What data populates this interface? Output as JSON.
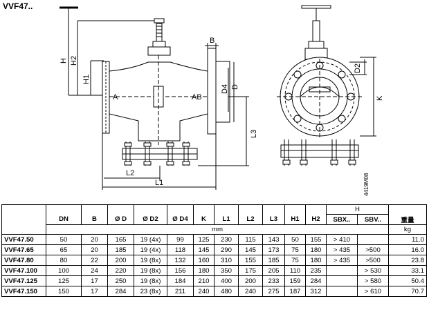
{
  "title": "VVF47..",
  "drawing": {
    "left_view_labels": {
      "h": "H",
      "h2": "H2",
      "h1": "H1",
      "b": "B",
      "port_a": "A",
      "port_ab": "AB",
      "d4": "D4",
      "d": "D",
      "l3": "L3",
      "l2": "L2",
      "l1": "L1"
    },
    "right_view_labels": {
      "d2": "D2",
      "k": "K",
      "drawing_code": "4419M08"
    }
  },
  "table": {
    "group_header": "H",
    "columns": [
      "",
      "DN",
      "B",
      "Ø D",
      "Ø D2",
      "Ø D4",
      "K",
      "L1",
      "L2",
      "L3",
      "H1",
      "H2",
      "SBX..",
      "SBV..",
      "重量"
    ],
    "units": {
      "mm": "mm",
      "kg": "kg"
    },
    "rows": [
      [
        "VVF47.50",
        "50",
        "20",
        "165",
        "19 (4x)",
        "99",
        "125",
        "230",
        "115",
        "143",
        "50",
        "155",
        "> 410",
        "",
        "11.0"
      ],
      [
        "VVF47.65",
        "65",
        "20",
        "185",
        "19 (4x)",
        "118",
        "145",
        "290",
        "145",
        "173",
        "75",
        "180",
        "> 435",
        ">500",
        "16.0"
      ],
      [
        "VVF47.80",
        "80",
        "22",
        "200",
        "19 (8x)",
        "132",
        "160",
        "310",
        "155",
        "185",
        "75",
        "180",
        "> 435",
        ">500",
        "23.8"
      ],
      [
        "VVF47.100",
        "100",
        "24",
        "220",
        "19 (8x)",
        "156",
        "180",
        "350",
        "175",
        "205",
        "110",
        "235",
        "",
        "> 530",
        "33.1"
      ],
      [
        "VVF47.125",
        "125",
        "17",
        "250",
        "19 (8x)",
        "184",
        "210",
        "400",
        "200",
        "233",
        "159",
        "284",
        "",
        "> 580",
        "50.4"
      ],
      [
        "VVF47.150",
        "150",
        "17",
        "284",
        "23 (8x)",
        "211",
        "240",
        "480",
        "240",
        "275",
        "187",
        "312",
        "",
        "> 610",
        "70.7"
      ]
    ]
  }
}
